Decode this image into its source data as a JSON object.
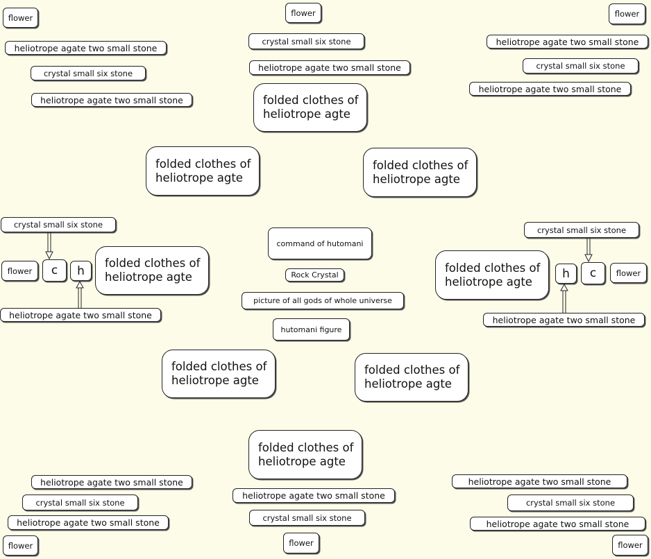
{
  "labels": {
    "flower": "flower",
    "crystal": "crystal small six stone",
    "heliotrope": "heliotrope agate two small stone",
    "folded": "folded clothes of heliotrope agte",
    "command": "command of hutomani",
    "rock_crystal": "Rock Crystal",
    "picture": "picture of all gods of whole universe",
    "figure": "hutomani  figure",
    "letter_c": "c",
    "letter_h": "h"
  },
  "colors": {
    "background": "#fcfce9",
    "box_fill": "#ffffff",
    "border": "#222222"
  }
}
